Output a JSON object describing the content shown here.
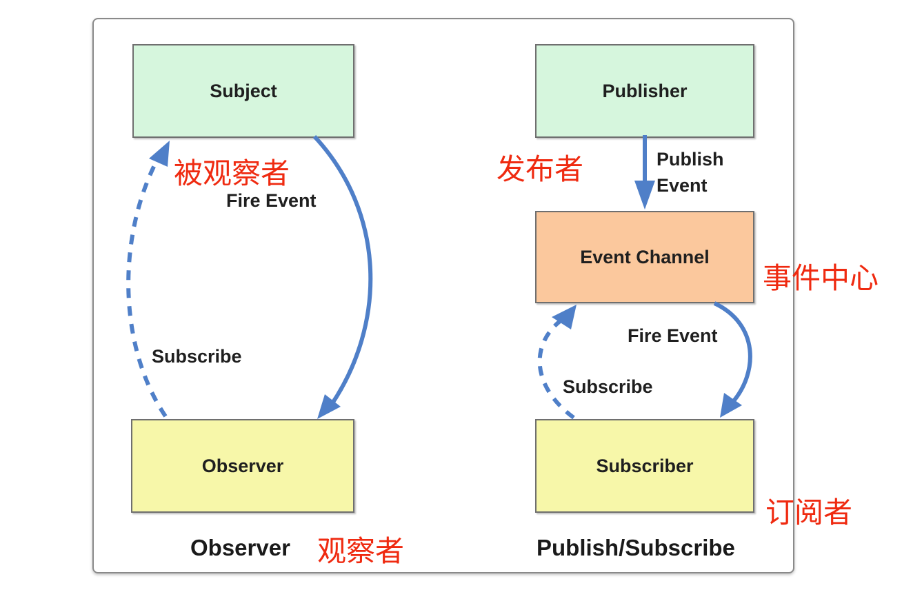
{
  "observer_pattern": {
    "subject_label": "Subject",
    "observer_label": "Observer",
    "fire_event_label": "Fire Event",
    "subscribe_label": "Subscribe",
    "caption": "Observer",
    "caption_zh": "观察者",
    "subject_zh": "被观察者"
  },
  "pubsub_pattern": {
    "publisher_label": "Publisher",
    "event_channel_label": "Event Channel",
    "subscriber_label": "Subscriber",
    "publish_event_line1": "Publish",
    "publish_event_line2": "Event",
    "fire_event_label": "Fire Event",
    "subscribe_label": "Subscribe",
    "caption": "Publish/Subscribe",
    "publisher_zh": "发布者",
    "event_channel_zh": "事件中心",
    "subscriber_zh": "订阅者"
  },
  "colors": {
    "arrow": "#4f7fc8",
    "annotation": "#ef2a10",
    "green_box": "#d6f6dd",
    "orange_box": "#fbc89d",
    "yellow_box": "#f7f7a9"
  }
}
